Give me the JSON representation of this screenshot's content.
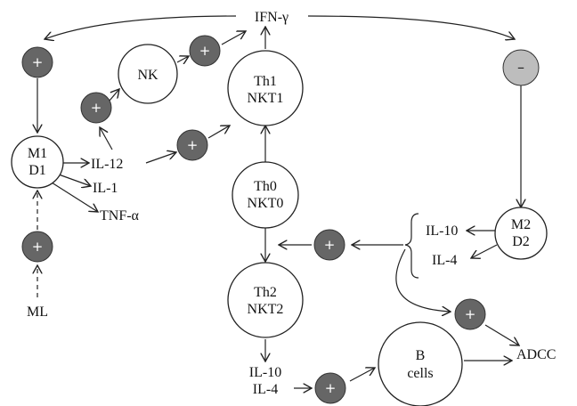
{
  "nodes": {
    "m1": [
      "M1",
      "D1"
    ],
    "nk": [
      "NK"
    ],
    "th1": [
      "Th1",
      "NKT1"
    ],
    "th0": [
      "Th0",
      "NKT0"
    ],
    "th2": [
      "Th2",
      "NKT2"
    ],
    "m2": [
      "M2",
      "D2"
    ],
    "bcells": [
      "B",
      "cells"
    ]
  },
  "labels": {
    "ifn": "IFN-γ",
    "il12": "IL-12",
    "il1": "IL-1",
    "tnf": "TNF-α",
    "ml": "ML",
    "il10_m2": "IL-10",
    "il4_m2": "IL-4",
    "il10_th2": "IL-10",
    "il4_th2": "IL-4",
    "adcc": "ADCC"
  },
  "signs": {
    "plus": "+",
    "minus": "–"
  },
  "colors": {
    "plus_fill": "#666666",
    "minus_fill": "#bdbdbd",
    "stroke": "#222222"
  }
}
